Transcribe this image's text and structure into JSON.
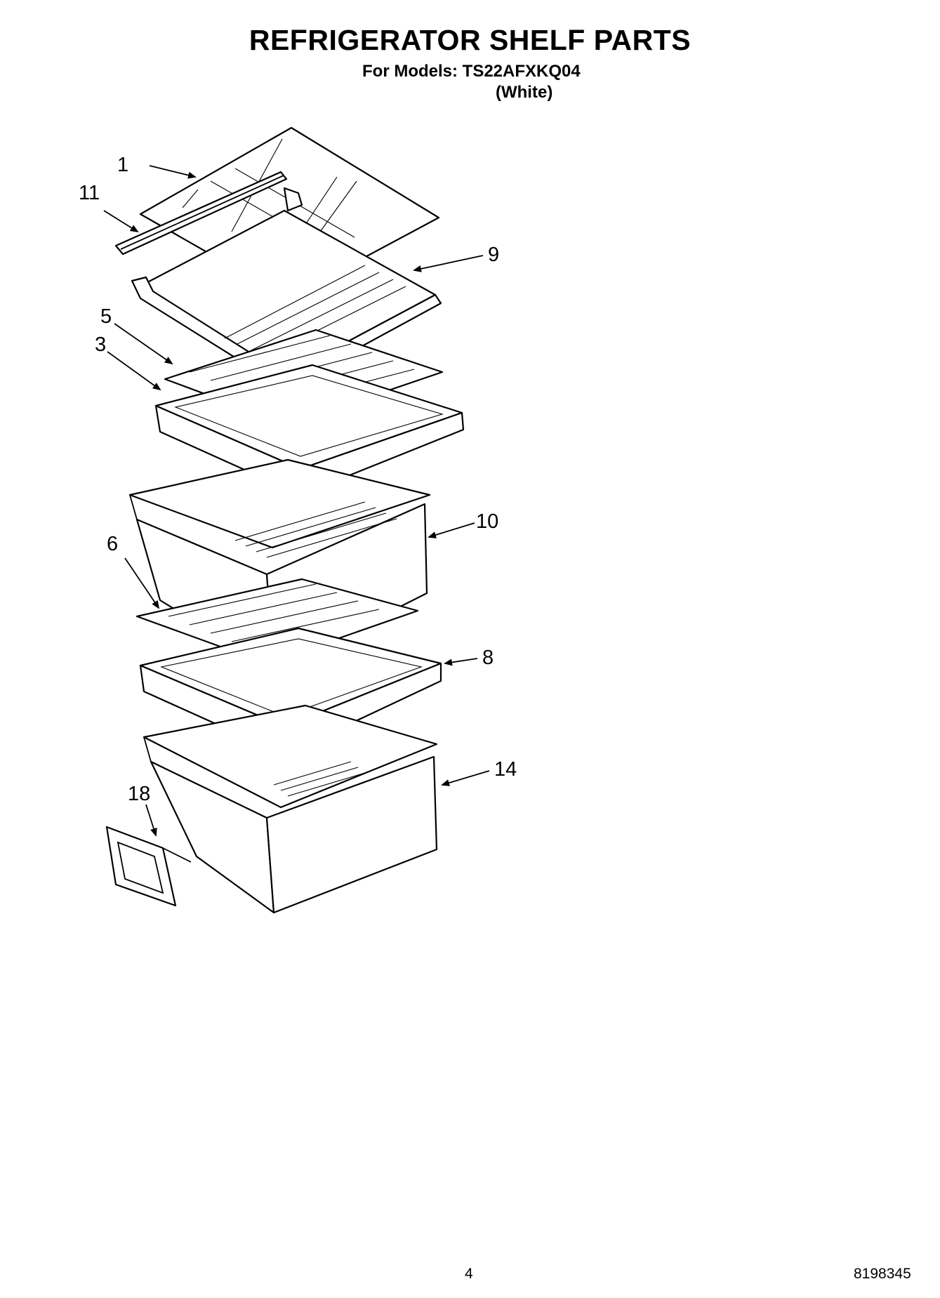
{
  "header": {
    "title": "REFRIGERATOR SHELF PARTS",
    "models_line": "For Models: TS22AFXKQ04",
    "color_line": "(White)"
  },
  "callouts": [
    {
      "label": "1"
    },
    {
      "label": "11"
    },
    {
      "label": "9"
    },
    {
      "label": "5"
    },
    {
      "label": "3"
    },
    {
      "label": "10"
    },
    {
      "label": "6"
    },
    {
      "label": "8"
    },
    {
      "label": "14"
    },
    {
      "label": "18"
    }
  ],
  "footer": {
    "page_number": "4",
    "document_number": "8198345"
  }
}
